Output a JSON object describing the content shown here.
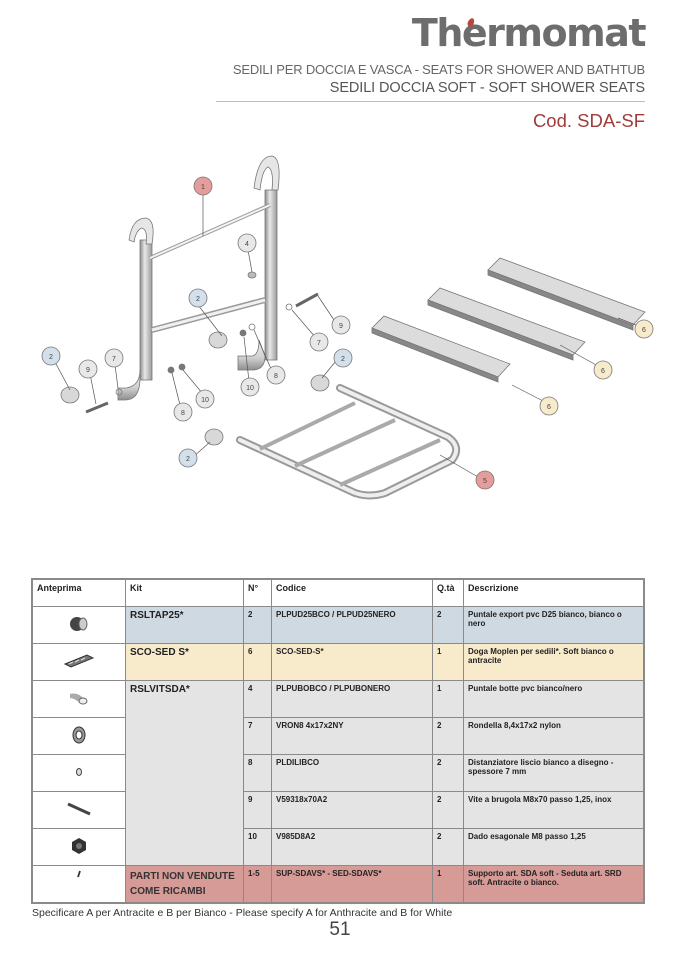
{
  "header": {
    "brand": "Thermomat",
    "category": "SEDILI PER DOCCIA E VASCA - SEATS FOR SHOWER AND BATHTUB",
    "product_line": "SEDILI DOCCIA SOFT - SOFT SHOWER SEATS",
    "code": "Cod. SDA-SF"
  },
  "diagram": {
    "callouts": [
      {
        "label": "1",
        "color": "#e59d9b"
      },
      {
        "label": "2",
        "color": "#d3dfea"
      },
      {
        "label": "2",
        "color": "#d3dfea"
      },
      {
        "label": "2",
        "color": "#d3dfea"
      },
      {
        "label": "2",
        "color": "#d3dfea"
      },
      {
        "label": "4",
        "color": "#e8e8e8"
      },
      {
        "label": "5",
        "color": "#e59d9b"
      },
      {
        "label": "6",
        "color": "#f7ebcc"
      },
      {
        "label": "6",
        "color": "#f7ebcc"
      },
      {
        "label": "6",
        "color": "#f7ebcc"
      },
      {
        "label": "7",
        "color": "#e8e8e8"
      },
      {
        "label": "7",
        "color": "#e8e8e8"
      },
      {
        "label": "8",
        "color": "#e8e8e8"
      },
      {
        "label": "8",
        "color": "#e8e8e8"
      },
      {
        "label": "9",
        "color": "#e8e8e8"
      },
      {
        "label": "9",
        "color": "#e8e8e8"
      },
      {
        "label": "10",
        "color": "#e8e8e8"
      },
      {
        "label": "10",
        "color": "#e8e8e8"
      }
    ]
  },
  "table": {
    "headers": [
      "Anteprima",
      "Kit",
      "N°",
      "Codice",
      "Q.tà",
      "Descrizione"
    ],
    "rows": [
      {
        "preview": "end-cap-icon",
        "kit": "RSLTAP25*",
        "n": "2",
        "code": "PLPUD25BCO / PLPUD25NERO",
        "qty": "2",
        "desc": "Puntale export pvc D25 bianco, bianco o nero"
      },
      {
        "preview": "seat-slat-icon",
        "kit": "SCO-SED S*",
        "n": "6",
        "code": "SCO-SED-S*",
        "qty": "1",
        "desc": "Doga Moplen per sedili*. Soft bianco o antracite"
      },
      {
        "preview": "barrel-cap-icon",
        "kit": "RSLVITSDA*",
        "n": "4",
        "code": "PLPUBOBCO / PLPUBONERO",
        "qty": "1",
        "desc": "Puntale botte pvc bianco/nero"
      },
      {
        "preview": "washer-icon",
        "kit": "",
        "n": "7",
        "code": "VRON8 4x17x2NY",
        "qty": "2",
        "desc": "Rondella 8,4x17x2 nylon"
      },
      {
        "preview": "spacer-icon",
        "kit": "",
        "n": "8",
        "code": "PLDILIBCO",
        "qty": "2",
        "desc": "Distanziatore liscio bianco a disegno - spessore 7 mm"
      },
      {
        "preview": "screw-icon",
        "kit": "",
        "n": "9",
        "code": "V59318x70A2",
        "qty": "2",
        "desc": "Vite a brugola M8x70 passo 1,25, inox"
      },
      {
        "preview": "hex-nut-icon",
        "kit": "",
        "n": "10",
        "code": "V985D8A2",
        "qty": "2",
        "desc": "Dado esagonale M8 passo 1,25"
      },
      {
        "preview": "small-part-icon",
        "kit": "PARTI NON VENDUTE COME RICAMBI",
        "n": "1-5",
        "code": "SUP-SDAVS* - SED-SDAVS*",
        "qty": "1",
        "desc": "Supporto art. SDA soft - Seduta art. SRD soft. Antracite o bianco."
      }
    ]
  },
  "footnote": "Specificare A per Antracite e B per Bianco - Please specify A for Anthracite and B for White",
  "page_number": "51"
}
